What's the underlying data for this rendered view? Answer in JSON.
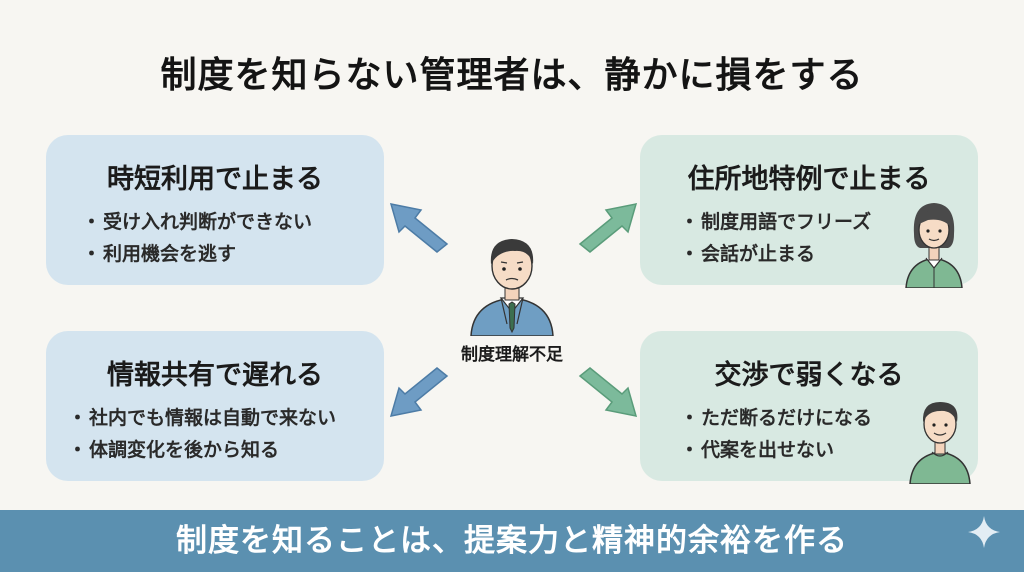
{
  "title": "制度を知らない管理者は、静かに損をする",
  "center_label": "制度理解不足",
  "cards": {
    "top_left": {
      "title": "時短利用で止まる",
      "items": [
        "受け入れ判断ができない",
        "利用機会を逃す"
      ],
      "color": "#d4e4ef"
    },
    "top_right": {
      "title": "住所地特例で止まる",
      "items": [
        "制度用語でフリーズ",
        "会話が止まる"
      ],
      "color": "#d8e9e2"
    },
    "bottom_left": {
      "title": "情報共有で遅れる",
      "items": [
        "社内でも情報は自動で来ない",
        "体調変化を後から知る"
      ],
      "color": "#d4e4ef"
    },
    "bottom_right": {
      "title": "交渉で弱くなる",
      "items": [
        "ただ断るだけになる",
        "代案を出せない"
      ],
      "color": "#d8e9e2"
    }
  },
  "banner": {
    "text": "制度を知ることは、提案力と精神的余裕を作る",
    "color": "#5b90b0"
  },
  "icons": [
    "manager-figure",
    "woman-figure",
    "man-figure",
    "sparkle-icon"
  ]
}
